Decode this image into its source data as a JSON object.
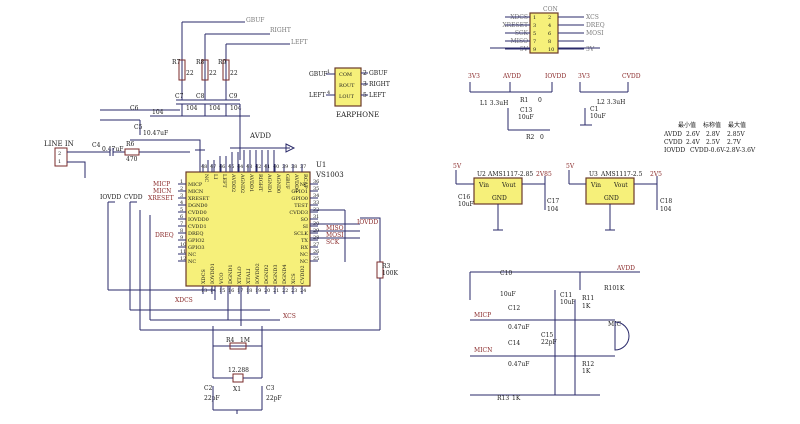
{
  "colors": {
    "wire": "#2a2a6a",
    "red_wire": "#b23a3a",
    "chip_fill": "#f6f07a",
    "background": "#ffffff"
  },
  "main_chip": {
    "ref": "U1",
    "part": "VS1003",
    "left_pins": [
      {
        "n": "1",
        "name": "MICP"
      },
      {
        "n": "2",
        "name": "MICN"
      },
      {
        "n": "3",
        "name": "XRESET"
      },
      {
        "n": "4",
        "name": "DGND0"
      },
      {
        "n": "5",
        "name": "CVDD0"
      },
      {
        "n": "6",
        "name": "IOVDD0"
      },
      {
        "n": "7",
        "name": "CVDD1"
      },
      {
        "n": "8",
        "name": "DREQ"
      },
      {
        "n": "9",
        "name": "GPIO2"
      },
      {
        "n": "10",
        "name": "GPIO3"
      },
      {
        "n": "11",
        "name": "NC"
      },
      {
        "n": "12",
        "name": "NC"
      }
    ],
    "right_pins": [
      {
        "n": "36",
        "name": "NC"
      },
      {
        "n": "35",
        "name": "GPIO1"
      },
      {
        "n": "34",
        "name": "GPIO0"
      },
      {
        "n": "33",
        "name": "TEST"
      },
      {
        "n": "32",
        "name": "CVDD3"
      },
      {
        "n": "31",
        "name": "SO"
      },
      {
        "n": "30",
        "name": "SI"
      },
      {
        "n": "29",
        "name": "SCLK"
      },
      {
        "n": "28",
        "name": "TX"
      },
      {
        "n": "27",
        "name": "RX"
      },
      {
        "n": "26",
        "name": "NC"
      },
      {
        "n": "25",
        "name": "NC"
      }
    ],
    "top_pins": [
      {
        "n": "48",
        "name": "NC"
      },
      {
        "n": "47",
        "name": "LI"
      },
      {
        "n": "46",
        "name": "LEFT"
      },
      {
        "n": "45",
        "name": "AVDD2"
      },
      {
        "n": "44",
        "name": "AGND2"
      },
      {
        "n": "43",
        "name": "AVDD1"
      },
      {
        "n": "42",
        "name": "RIGHT"
      },
      {
        "n": "41",
        "name": "AGND1"
      },
      {
        "n": "40",
        "name": "AGND0"
      },
      {
        "n": "39",
        "name": "GBUF"
      },
      {
        "n": "38",
        "name": "AVDD0"
      },
      {
        "n": "37",
        "name": "RCAP"
      }
    ],
    "bottom_pins": [
      {
        "n": "13",
        "name": "XDCS"
      },
      {
        "n": "14",
        "name": "IOVDD1"
      },
      {
        "n": "15",
        "name": "VCO"
      },
      {
        "n": "16",
        "name": "DGND1"
      },
      {
        "n": "17",
        "name": "XTALO"
      },
      {
        "n": "18",
        "name": "XTALI"
      },
      {
        "n": "19",
        "name": "IOVDD2"
      },
      {
        "n": "20",
        "name": "DGND2"
      },
      {
        "n": "21",
        "name": "DGND3"
      },
      {
        "n": "22",
        "name": "DGND4"
      },
      {
        "n": "23",
        "name": "XCS"
      },
      {
        "n": "24",
        "name": "CVDD2"
      }
    ]
  },
  "nets": {
    "gbuf": "GBUF",
    "right": "RIGHT",
    "left": "LEFT",
    "avdd": "AVDD",
    "iovdd": "IOVDD",
    "cvdd": "CVDD",
    "micp": "MICP",
    "micn": "MICN",
    "xreset": "XRESET",
    "dreq": "DREQ",
    "xdcs": "XDCS",
    "xcs": "XCS",
    "miso": "MISO",
    "mosi": "MOSI",
    "sck": "SCK",
    "v5": "5V",
    "v33": "3V3"
  },
  "components": {
    "r7": "R7",
    "r8": "R8",
    "r9": "R9",
    "r_22": "22",
    "c7": "C7",
    "c8": "C8",
    "c9": "C9",
    "c_104": "104",
    "c6": "C6",
    "c5": "C5",
    "c5_val": "10.47uF",
    "c4": "C4",
    "c4_val": "0.47uF",
    "r6": "R6",
    "r6_val": "470",
    "line_in": "LINE IN",
    "line_in_pins": [
      "2",
      "1"
    ],
    "r3": "R3",
    "r3_val": "100K",
    "r4": "R4",
    "r4_val": "1M",
    "x1": "X1",
    "x1_val": "12.288",
    "c2": "C2",
    "c3": "C3",
    "c_22pf": "22pF"
  },
  "earphone": {
    "label": "EARPHONE",
    "pins": [
      {
        "n": "1",
        "net": "GBUF",
        "inner": "COM"
      },
      {
        "n": "2",
        "net": "GBUF",
        "inner": "ROUT"
      },
      {
        "n": "3",
        "net": "RIGHT",
        "inner": "LOUT"
      },
      {
        "n": "4",
        "net": "LEFT",
        "inner": ""
      },
      {
        "n": "5",
        "net": "LEFT",
        "inner": ""
      }
    ]
  },
  "connector": {
    "ref": "CON",
    "left_labels": [
      "XDCS",
      "XRESET",
      "SCK",
      "MISO",
      "5V"
    ],
    "right_labels": [
      "XCS",
      "DREQ",
      "MOSI",
      "",
      "3V"
    ],
    "left_nums": [
      "1",
      "3",
      "5",
      "7",
      "9"
    ],
    "right_nums": [
      "2",
      "4",
      "6",
      "8",
      "10"
    ]
  },
  "supply_filter": {
    "v3v3": "3V3",
    "avdd": "AVDD",
    "iovdd": "IOVDD",
    "v3v3b": "3V3",
    "cvdd": "CVDD",
    "l1": "L1 3.3uH",
    "r1": "R1",
    "r1_val": "0",
    "c13": "C13",
    "c13_val": "10uF",
    "r2": "R2",
    "r2_val": "0",
    "l2": "L2 3.3uH",
    "c1": "C1",
    "c1_val": "10uF"
  },
  "voltage_table": {
    "header": [
      "最小值",
      "标称值",
      "最大值"
    ],
    "rows": [
      [
        "AVDD",
        "2.6V",
        "2.8V",
        "2.85V"
      ],
      [
        "CVDD",
        "2.4V",
        "2.5V",
        "2.7V"
      ],
      [
        "IOVDD",
        "CVDD-0.6V-2.8V-3.6V",
        ""
      ]
    ]
  },
  "regulators": [
    {
      "ref": "U2",
      "part": "AMS1117-2.85",
      "in": "5V",
      "out": "2V85",
      "vin": "Vin",
      "vout": "Vout",
      "gnd": "GND",
      "cin": "C16",
      "cin_val": "10uF",
      "cout": "C17",
      "cout_val": "104"
    },
    {
      "ref": "U3",
      "part": "AMS1117-2.5",
      "in": "5V",
      "out": "2V5",
      "vin": "Vin",
      "vout": "Vout",
      "gnd": "GND",
      "cout": "C18",
      "cout_val": "104"
    }
  ],
  "mic_circuit": {
    "avdd": "AVDD",
    "c10": "C10",
    "c10_val": "10uF",
    "c11": "C11",
    "c11_val": "10uF",
    "r11": "R11",
    "r11_val": "1K",
    "r10": "R10",
    "r10_val": "1K",
    "c12": "C12",
    "c12_val": "0.47uF",
    "c15": "C15",
    "c15_val": "22pF",
    "c14": "C14",
    "c14_val": "0.47uF",
    "r12": "R12",
    "r12_val": "1K",
    "r13": "R13",
    "r13_val": "1K",
    "micp": "MICP",
    "micn": "MICN",
    "mic": "MIC"
  }
}
